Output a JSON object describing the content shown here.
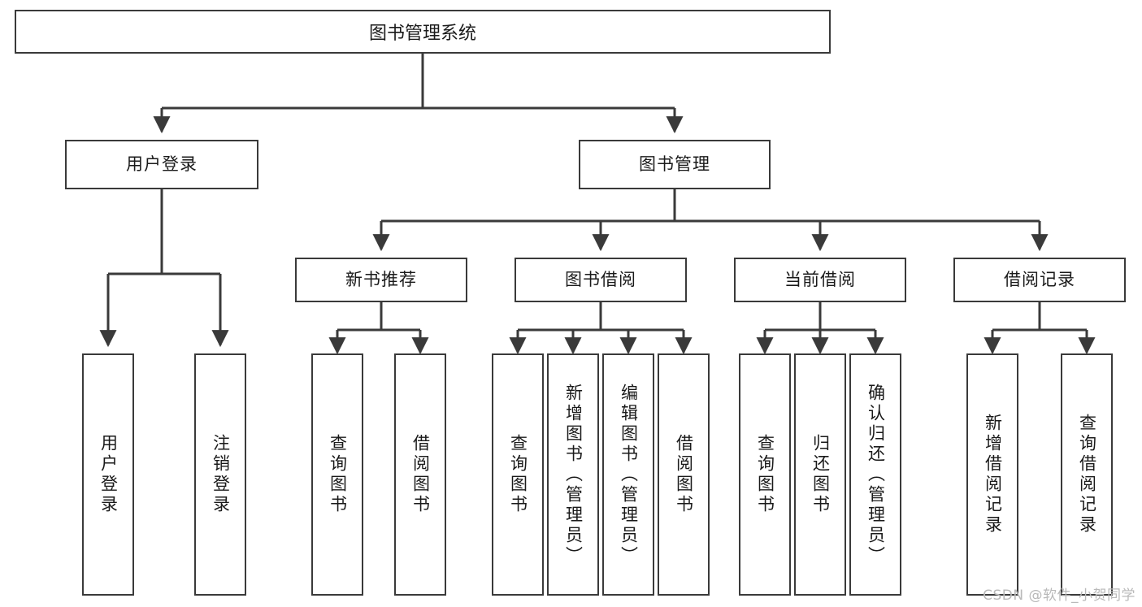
{
  "diagram": {
    "title": "图书管理系统",
    "type": "tree-hierarchy-chart",
    "colors": {
      "box_border": "#3a3a3a",
      "box_fill": "#ffffff",
      "edge": "#3a3a3a",
      "text": "#1a1a1a",
      "watermark": "#b9b9b9"
    },
    "root": {
      "label": "图书管理系统"
    },
    "level2": [
      {
        "id": "user-login",
        "label": "用户登录"
      },
      {
        "id": "book-management",
        "label": "图书管理"
      }
    ],
    "level3": [
      {
        "id": "new-book-recommend",
        "label": "新书推荐"
      },
      {
        "id": "book-borrow",
        "label": "图书借阅"
      },
      {
        "id": "current-borrow",
        "label": "当前借阅"
      },
      {
        "id": "borrow-record",
        "label": "借阅记录"
      }
    ],
    "leaves": [
      {
        "id": "leaf-user-login",
        "label": "用户登录",
        "parent": "user-login"
      },
      {
        "id": "leaf-user-logout",
        "label": "注销登录",
        "parent": "user-login"
      },
      {
        "id": "leaf-query-books-1",
        "label": "查询图书",
        "parent": "new-book-recommend"
      },
      {
        "id": "leaf-borrow-books-1",
        "label": "借阅图书",
        "parent": "new-book-recommend"
      },
      {
        "id": "leaf-query-books-2",
        "label": "查询图书",
        "parent": "book-borrow"
      },
      {
        "id": "leaf-add-book",
        "label": "新增图书（管理员）",
        "parent": "book-borrow"
      },
      {
        "id": "leaf-edit-book",
        "label": "编辑图书（管理员）",
        "parent": "book-borrow"
      },
      {
        "id": "leaf-borrow-books-2",
        "label": "借阅图书",
        "parent": "book-borrow"
      },
      {
        "id": "leaf-query-books-3",
        "label": "查询图书",
        "parent": "current-borrow"
      },
      {
        "id": "leaf-return-book",
        "label": "归还图书",
        "parent": "current-borrow"
      },
      {
        "id": "leaf-confirm-return",
        "label": "确认归还（管理员）",
        "parent": "current-borrow"
      },
      {
        "id": "leaf-add-record",
        "label": "新增借阅记录",
        "parent": "borrow-record"
      },
      {
        "id": "leaf-query-record",
        "label": "查询借阅记录",
        "parent": "borrow-record"
      }
    ],
    "watermark": "CSDN @软件_小贺同学"
  }
}
